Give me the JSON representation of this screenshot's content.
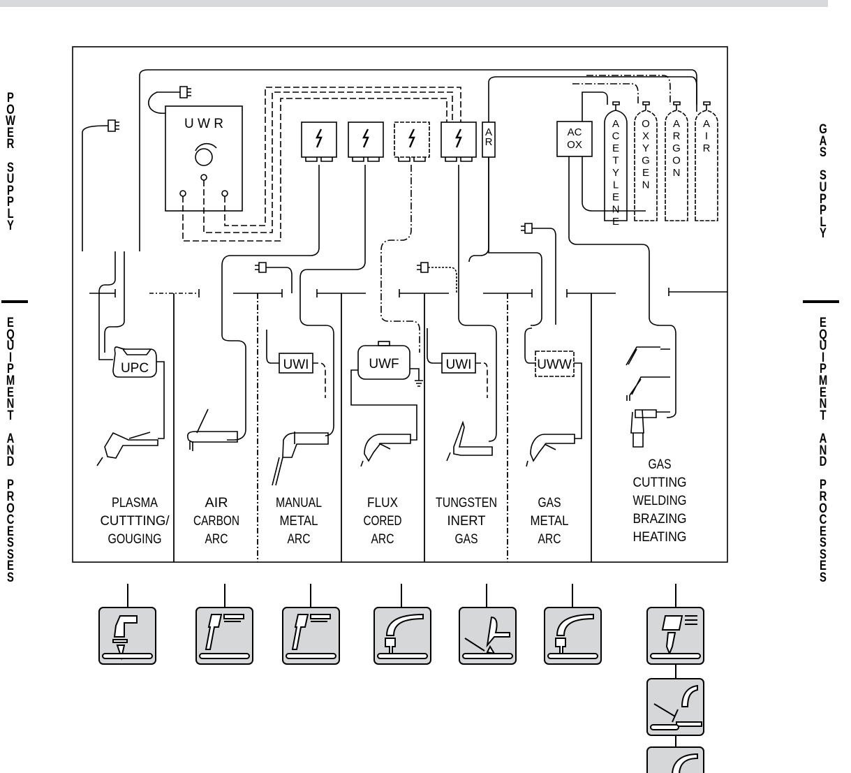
{
  "side_labels": {
    "left_top": "POWER SUPPLY",
    "left_bottom": "EQUIPMENT AND PROCESSES",
    "right_top": "GAS SUPPLY",
    "right_bottom": "EQUIPMENT AND PROCESSES"
  },
  "power_source": {
    "label": "U W R"
  },
  "gas_regulator": {
    "line1": "AC",
    "line2": "OX"
  },
  "argon_unit": {
    "label": "AR"
  },
  "cylinders": [
    {
      "name": "ACETYLENE"
    },
    {
      "name": "OXYGEN"
    },
    {
      "name": "ARGON"
    },
    {
      "name": "AIR"
    }
  ],
  "units": {
    "plasma": "UPC",
    "mma": "UWI",
    "flux": "UWF",
    "tig": "UWI",
    "gma": "UWW"
  },
  "processes": [
    {
      "lines": [
        "PLASMA",
        "CUTTTING/",
        "GOUGING"
      ],
      "icon": "plasma-torch-icon"
    },
    {
      "lines": [
        "AIR",
        "CARBON",
        "ARC"
      ],
      "icon": "carbon-arc-torch-icon"
    },
    {
      "lines": [
        "MANUAL",
        "METAL",
        "ARC"
      ],
      "icon": "electrode-holder-icon"
    },
    {
      "lines": [
        "FLUX",
        "CORED",
        "ARC"
      ],
      "icon": "flux-cored-gun-icon"
    },
    {
      "lines": [
        "TUNGSTEN",
        "INERT",
        "GAS"
      ],
      "icon": "tig-torch-icon"
    },
    {
      "lines": [
        "GAS",
        "METAL",
        "ARC"
      ],
      "icon": "mig-gun-icon"
    },
    {
      "lines": [
        "GAS",
        "CUTTING",
        "WELDING",
        "BRAZING",
        "HEATING"
      ],
      "icon": "gas-torch-icon"
    }
  ],
  "extra_icons": [
    "gas-welding-icon",
    "gas-brazing-icon"
  ],
  "colors": {
    "icon_fill": "#d6d7d9",
    "line": "#000000",
    "topbar": "#d8d9db"
  }
}
